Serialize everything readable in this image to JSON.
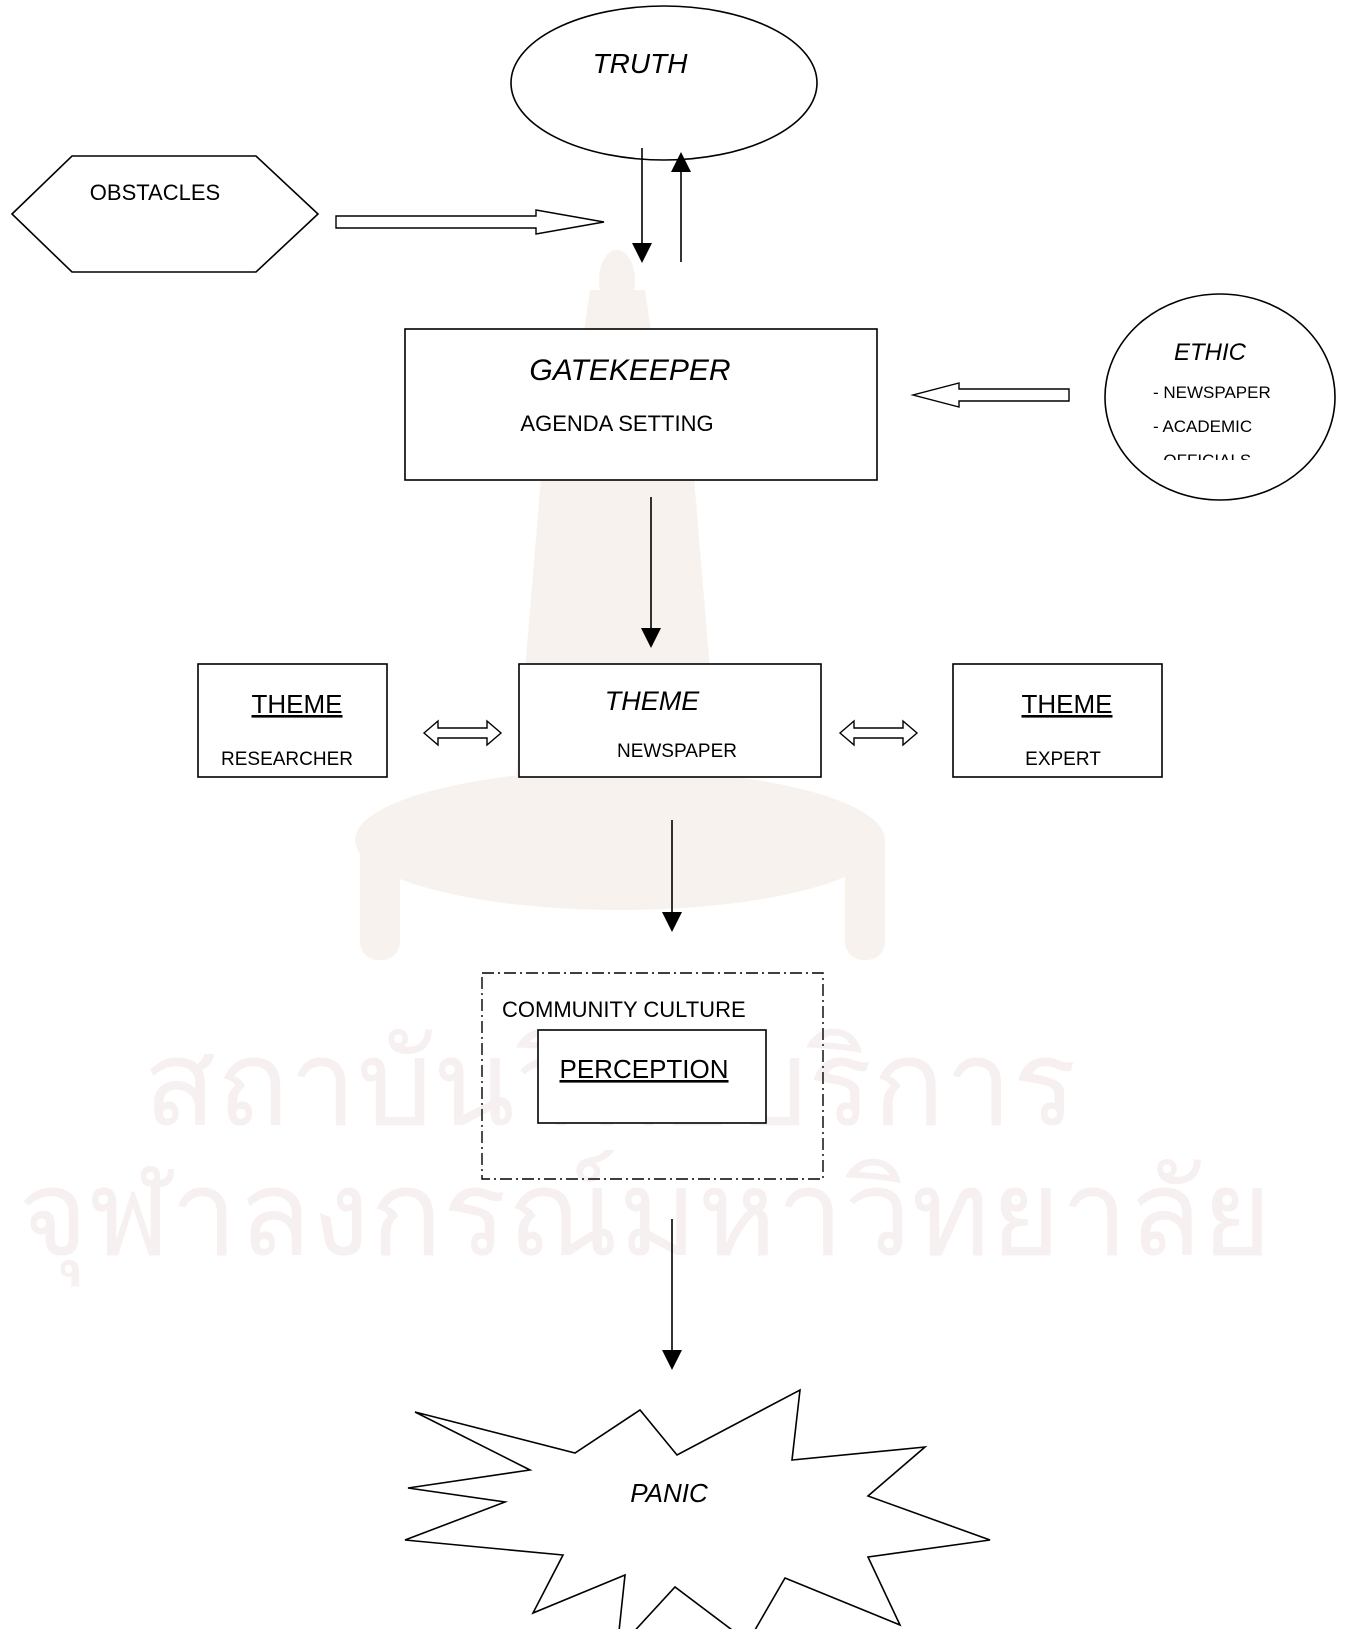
{
  "diagram": {
    "truth": {
      "label": "TRUTH"
    },
    "obstacles": {
      "label": "OBSTACLES"
    },
    "gatekeeper": {
      "title": "GATEKEEPER",
      "subtitle": "AGENDA SETTING"
    },
    "ethic": {
      "title": "ETHIC",
      "items": [
        "- NEWSPAPER",
        "- ACADEMIC",
        "- OFFICIALS"
      ]
    },
    "theme_researcher": {
      "title": "THEME",
      "subtitle": "RESEARCHER"
    },
    "theme_newspaper": {
      "title": "THEME",
      "subtitle": "NEWSPAPER"
    },
    "theme_expert": {
      "title": "THEME",
      "subtitle": "EXPERT"
    },
    "community": {
      "label": "COMMUNITY CULTURE",
      "inner": "PERCEPTION"
    },
    "panic": {
      "label": "PANIC"
    }
  },
  "watermark": {
    "line1": "สถาบันวิทยบริการ",
    "line2": "จุฬาลงกรณ์มหาวิทยาลัย"
  },
  "colors": {
    "watermark": "#f6f0f0",
    "watermark_emblem": "#f7f2ed",
    "ink": "#000000"
  }
}
